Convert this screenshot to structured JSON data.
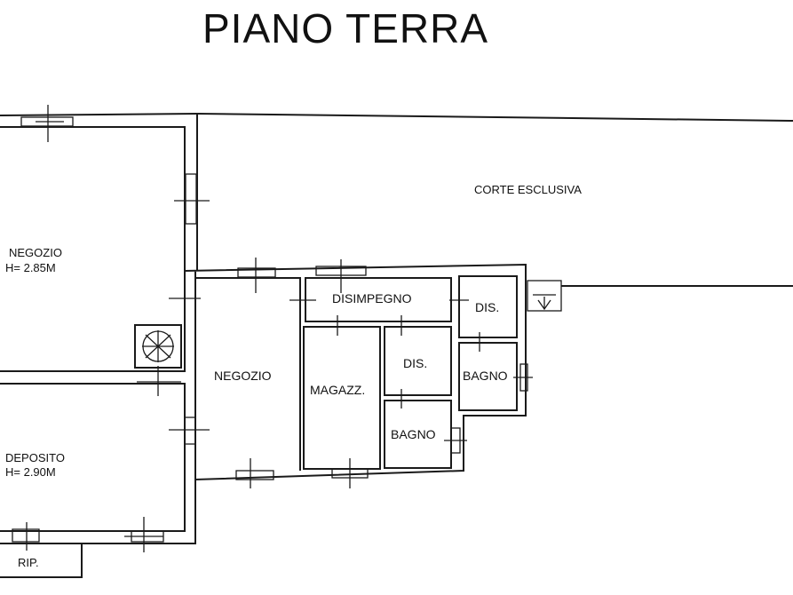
{
  "title": "PIANO TERRA",
  "rooms": {
    "negozio_left": {
      "name": "NEGOZIO",
      "height": "H= 2.85M"
    },
    "deposito": {
      "name": "DEPOSITO",
      "height": "H= 2.90M"
    },
    "negozio_center": {
      "name": "NEGOZIO"
    },
    "magazzino": {
      "name": "MAGAZZ."
    },
    "disimpegno": {
      "name": "DISIMPEGNO"
    },
    "dis_small_1": {
      "name": "DIS."
    },
    "dis_small_2": {
      "name": "DIS."
    },
    "bagno_1": {
      "name": "BAGNO"
    },
    "bagno_2": {
      "name": "BAGNO"
    },
    "ripostiglio": {
      "name": "RIP."
    },
    "corte": {
      "name": "CORTE ESCLUSIVA"
    }
  },
  "symbols": {
    "fan": "ventilation-fan-icon",
    "downspout": "downspout-icon"
  }
}
